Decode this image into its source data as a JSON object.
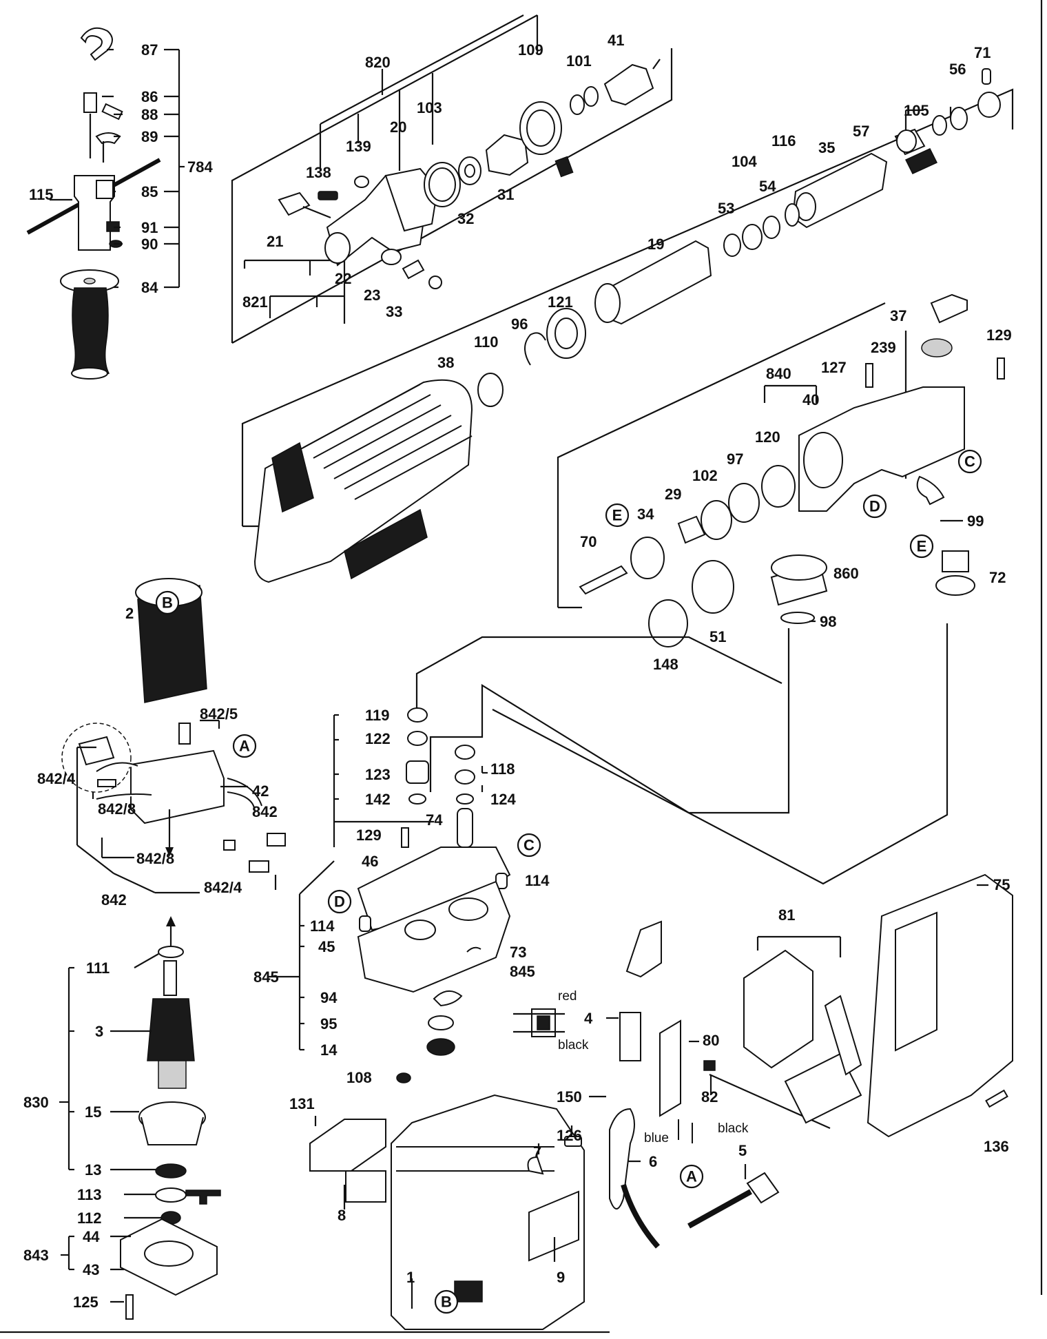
{
  "labels": {
    "p87": "87",
    "p86": "86",
    "p88": "88",
    "p89": "89",
    "p784": "784",
    "p115": "115",
    "p85": "85",
    "p91": "91",
    "p90": "90",
    "p84": "84",
    "p820": "820",
    "p109": "109",
    "p101": "101",
    "p41": "41",
    "p103": "103",
    "p139": "139",
    "p20": "20",
    "p138": "138",
    "p21": "21",
    "p32": "32",
    "p31": "31",
    "p821": "821",
    "p22": "22",
    "p23": "23",
    "p33": "33",
    "p71": "71",
    "p56": "56",
    "p105": "105",
    "p116": "116",
    "p57": "57",
    "p104": "104",
    "p35": "35",
    "p54": "54",
    "p53": "53",
    "p19": "19",
    "p121": "121",
    "p96": "96",
    "p110": "110",
    "p38": "38",
    "p37": "37",
    "p239": "239",
    "p129a": "129",
    "p840": "840",
    "p127": "127",
    "p40": "40",
    "p120": "120",
    "p97": "97",
    "p102": "102",
    "p29": "29",
    "p34": "34",
    "p70": "70",
    "p99": "99",
    "p860": "860",
    "p72": "72",
    "p51": "51",
    "p98": "98",
    "p148": "148",
    "p2": "2",
    "p842_5": "842/5",
    "p842_4a": "842/4",
    "p842_8a": "842/8",
    "p42": "42",
    "p842a": "842",
    "p842_8b": "842/8",
    "p842_4b": "842/4",
    "p842b": "842",
    "p119": "119",
    "p122": "122",
    "p123": "123",
    "p142": "142",
    "p118": "118",
    "p124": "124",
    "p129b": "129",
    "p74": "74",
    "p46": "46",
    "p114a": "114",
    "p114b": "114",
    "p45": "45",
    "p73": "73",
    "p845a": "845",
    "p845b": "845",
    "p94": "94",
    "p95": "95",
    "p14": "14",
    "p108": "108",
    "p111": "111",
    "p3": "3",
    "p830": "830",
    "p15": "15",
    "p13": "13",
    "p113": "113",
    "p112": "112",
    "p44": "44",
    "p843": "843",
    "p43": "43",
    "p125": "125",
    "p131": "131",
    "p8": "8",
    "p1": "1",
    "p9": "9",
    "p7": "7",
    "p126": "126",
    "p4": "4",
    "p80": "80",
    "p82": "82",
    "p150": "150",
    "p6": "6",
    "p5": "5",
    "p81": "81",
    "p75": "75",
    "p136": "136"
  },
  "callouts": {
    "a": "A",
    "b": "B",
    "c": "C",
    "d": "D",
    "e": "E"
  },
  "wires": {
    "red": "red",
    "black": "black",
    "blue": "blue"
  },
  "colors": {
    "ink": "#111111",
    "paper": "#ffffff"
  }
}
